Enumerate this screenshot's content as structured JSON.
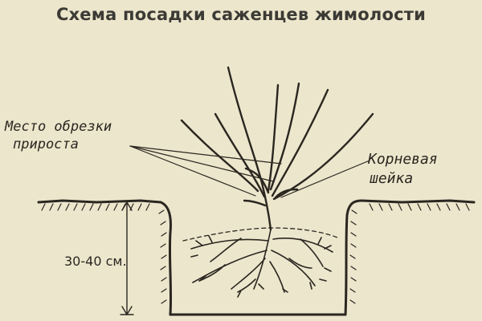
{
  "title": "Схема посадки саженцев жимолости",
  "labels": {
    "pruning_site_line1": "Место обрезки",
    "pruning_site_line2": "прироста",
    "root_collar_line1": "Корневая",
    "root_collar_line2": "шейка",
    "depth": "30-40 см."
  },
  "colors": {
    "paper": "#ece6cc",
    "ink": "#2a2620",
    "title": "#3c3a35"
  }
}
